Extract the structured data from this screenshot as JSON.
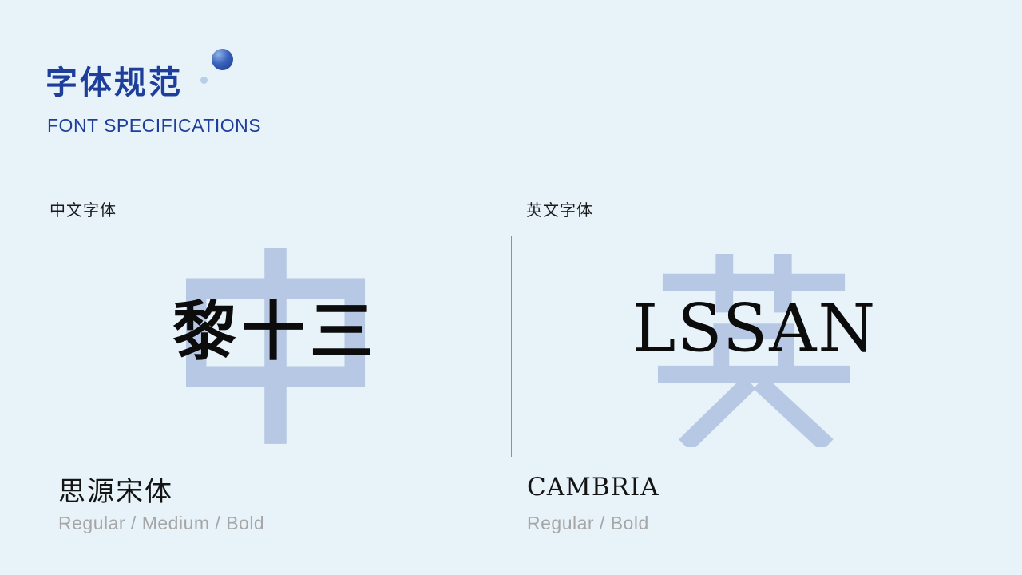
{
  "header": {
    "title_zh": "字体规范",
    "subtitle_en": "FONT SPECIFICATIONS"
  },
  "sections": {
    "chinese": {
      "label": "中文字体",
      "watermark_char": "中",
      "sample": "黎十三",
      "font_name": "思源宋体",
      "weights": "Regular / Medium / Bold"
    },
    "english": {
      "label": "英文字体",
      "watermark_char": "英",
      "sample": "LSSAN",
      "font_name": "CAMBRIA",
      "weights": "Regular / Bold"
    }
  },
  "colors": {
    "background": "#e7f2f9",
    "title_blue": "#1d3e9a",
    "watermark_blue": "#b6c8e4",
    "sample_black": "#0c0c0c",
    "weights_gray": "#a6a6a6",
    "divider_gray": "#8d9197"
  }
}
